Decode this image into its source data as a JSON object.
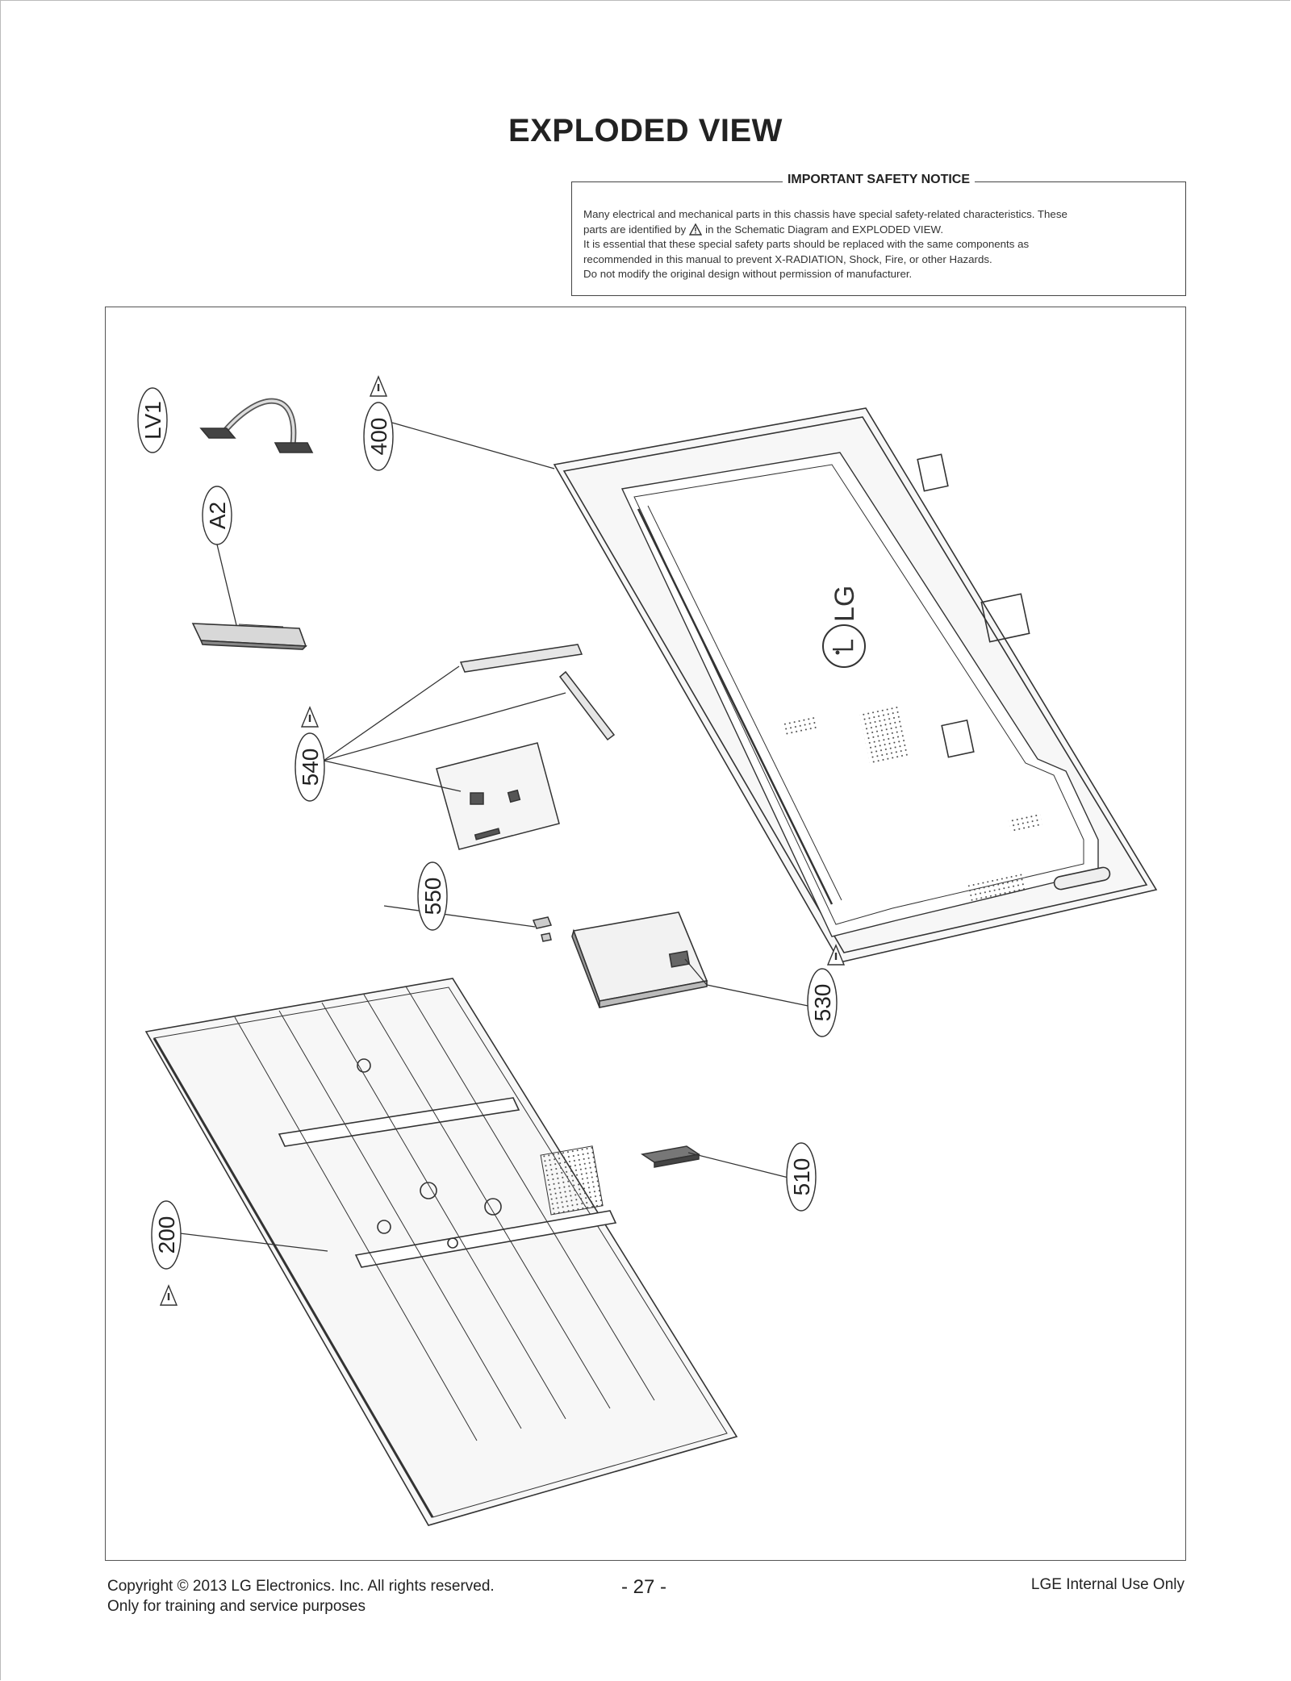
{
  "page": {
    "title": "EXPLODED VIEW"
  },
  "notice": {
    "heading": "IMPORTANT SAFETY NOTICE",
    "line1": "Many electrical and mechanical parts in this chassis have special safety-related characteristics. These",
    "line2_before": "parts are identified by",
    "line2_after": "in the Schematic Diagram and EXPLODED VIEW.",
    "line3": "It is essential that these special safety parts should be replaced with the same components as",
    "line4": "recommended in this manual to prevent X-RADIATION, Shock, Fire, or other Hazards.",
    "line5": "Do not modify the original design without permission of manufacturer."
  },
  "callouts": {
    "lv1": "LV1",
    "a2": "A2",
    "p400": "400",
    "p540": "540",
    "p550": "550",
    "p530": "530",
    "p510": "510",
    "p200": "200"
  },
  "footer": {
    "copyright": "Copyright  © 2013  LG Electronics. Inc. All rights reserved.",
    "purpose": "Only for training and service purposes",
    "page_number": "- 27 -",
    "internal": "LGE Internal Use Only"
  }
}
